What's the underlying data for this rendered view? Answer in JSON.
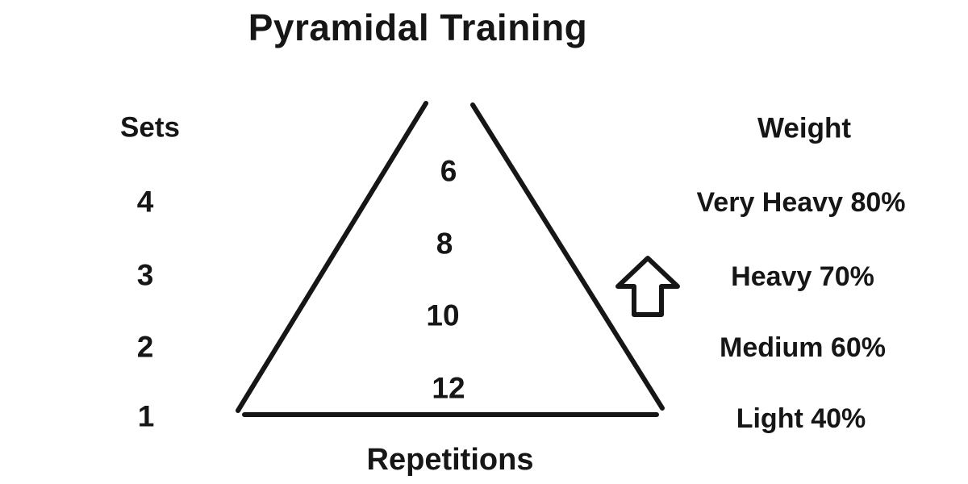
{
  "title": "Pyramidal Training",
  "sets_column": {
    "header": "Sets",
    "values": [
      "4",
      "3",
      "2",
      "1"
    ]
  },
  "pyramid": {
    "reps_values": [
      "6",
      "8",
      "10",
      "12"
    ],
    "bottom_axis_label": "Repetitions"
  },
  "weight_column": {
    "header": "Weight",
    "values": [
      "Very Heavy 80%",
      "Heavy 70%",
      "Medium 60%",
      "Light 40%"
    ]
  },
  "icons": {
    "up_arrow": "up-arrow-icon"
  },
  "colors": {
    "background": "#ffffff",
    "ink": "#161616"
  }
}
